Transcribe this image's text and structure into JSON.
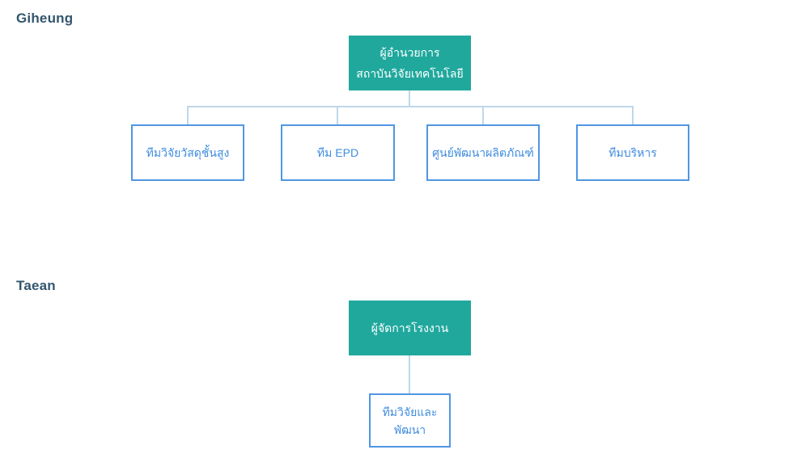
{
  "colors": {
    "page_bg": "#ffffff",
    "root_box_bg": "#20a89d",
    "root_box_text": "#ffffff",
    "child_box_border": "#5096e3",
    "child_box_text": "#3f8cdf",
    "connector": "#bed7ea",
    "section_label": "#33566e"
  },
  "sections": [
    {
      "label": "Giheung",
      "root": {
        "lines": [
          "ผู้อำนวยการ",
          "สถาบันวิจัยเทคโนโลยี"
        ]
      },
      "children": [
        {
          "lines": [
            "ทีมวิจัยวัสดุชั้นสูง"
          ]
        },
        {
          "lines": [
            "ทีม EPD"
          ]
        },
        {
          "lines": [
            "ศูนย์พัฒนาผลิตภัณฑ์"
          ]
        },
        {
          "lines": [
            "ทีมบริหาร"
          ]
        }
      ]
    },
    {
      "label": "Taean",
      "root": {
        "lines": [
          "ผู้จัดการโรงงาน"
        ]
      },
      "children": [
        {
          "lines": [
            "ทีมวิจัยและ",
            "พัฒนา"
          ]
        }
      ]
    }
  ]
}
